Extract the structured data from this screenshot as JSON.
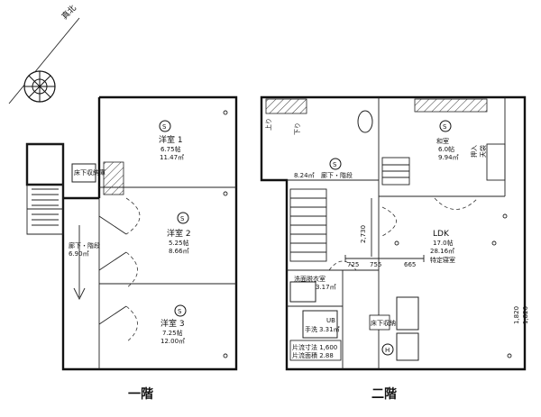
{
  "compass": {
    "north_label": "真北"
  },
  "floor1": {
    "title": "一階",
    "rooms": [
      {
        "id": "bed1",
        "name": "洋室 1",
        "tatami": "6.75帖",
        "area": "11.47㎡"
      },
      {
        "id": "bed2",
        "name": "洋室 2",
        "tatami": "5.25帖",
        "area": "8.66㎡"
      },
      {
        "id": "bed3",
        "name": "洋室 3",
        "tatami": "7.25帖",
        "area": "12.00㎡"
      },
      {
        "id": "hall",
        "name": "廊下・階段",
        "area": "6.90㎡"
      },
      {
        "id": "storage",
        "name": "床下収納庫"
      }
    ]
  },
  "floor2": {
    "title": "二階",
    "rooms": [
      {
        "id": "washitsu",
        "name": "和室",
        "tatami": "6.0帖",
        "area": "9.94㎡"
      },
      {
        "id": "hall2",
        "name": "廊下・階段",
        "area": "8.24㎡"
      },
      {
        "id": "ldk",
        "name": "LDK",
        "tatami": "17.0帖",
        "area": "28.16㎡",
        "note": "特定寝室"
      },
      {
        "id": "washroom",
        "name": "洗面脱衣室",
        "area": "3.17㎡"
      },
      {
        "id": "ub",
        "name": "UB"
      },
      {
        "id": "wc",
        "name": "手洗",
        "area": "3.31㎡"
      },
      {
        "id": "storage2",
        "name": "床下収納"
      },
      {
        "id": "closet",
        "name": "押入",
        "note": "天袋"
      }
    ],
    "stair_label": "上り",
    "stair_label2": "下り",
    "dims": [
      "2,730",
      "725",
      "755",
      "665",
      "1,820",
      "1,820"
    ],
    "info_lines": [
      "片流寸法 1,600",
      "片流面積 2.88"
    ],
    "symbol_h": "H",
    "symbol_s": "S"
  }
}
